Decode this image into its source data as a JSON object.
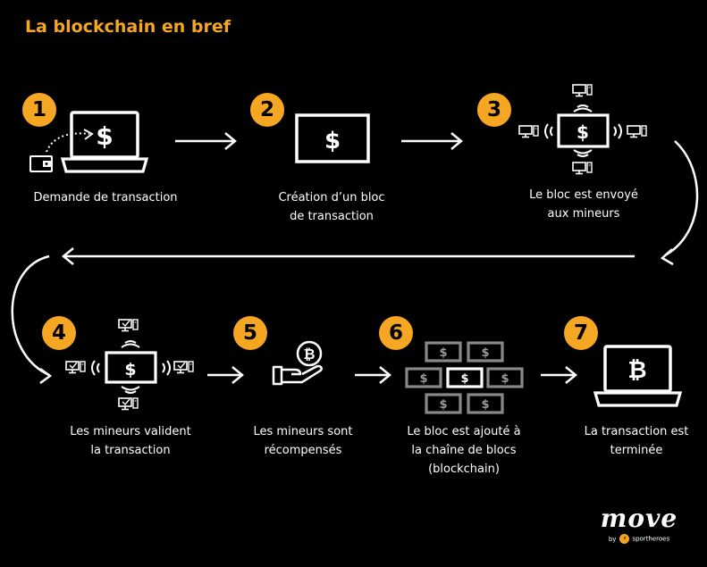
{
  "title": "La blockchain en bref",
  "accent_color": "#f5a623",
  "steps": [
    {
      "number": "1",
      "label_lines": [
        "Demande de transaction"
      ]
    },
    {
      "number": "2",
      "label_lines": [
        "Création d’un bloc",
        "de transaction"
      ]
    },
    {
      "number": "3",
      "label_lines": [
        "Le bloc est envoyé",
        "aux mineurs"
      ]
    },
    {
      "number": "4",
      "label_lines": [
        "Les mineurs valident",
        "la transaction"
      ]
    },
    {
      "number": "5",
      "label_lines": [
        "Les mineurs sont",
        "récompensés"
      ]
    },
    {
      "number": "6",
      "label_lines": [
        "Le bloc est ajouté à",
        "la chaîne de blocs",
        "(blockchain)"
      ]
    },
    {
      "number": "7",
      "label_lines": [
        "La transaction est",
        "terminée"
      ]
    }
  ],
  "icons": {
    "dollar": "$",
    "bitcoin": "₿"
  },
  "logo": {
    "word": "move",
    "by": "by",
    "brand": "sportheroes"
  }
}
